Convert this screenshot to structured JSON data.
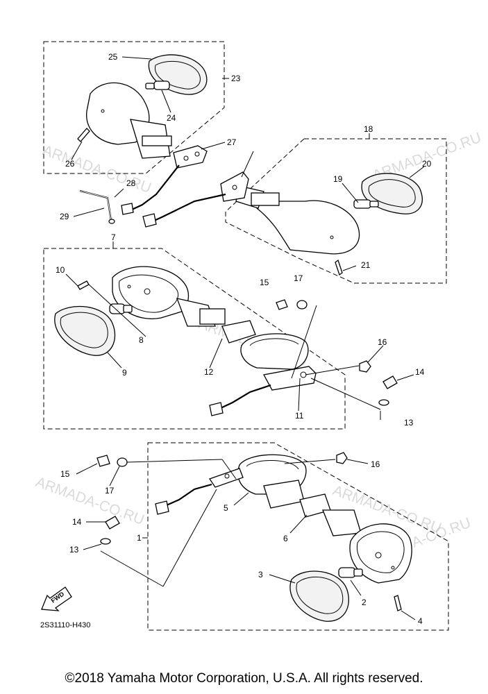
{
  "labels": {
    "p1": "1",
    "p2": "2",
    "p3": "3",
    "p4": "4",
    "p5": "5",
    "p6": "6",
    "p7": "7",
    "p8": "8",
    "p9": "9",
    "p10": "10",
    "p11": "11",
    "p12": "12",
    "p13a": "13",
    "p13b": "13",
    "p14a": "14",
    "p14b": "14",
    "p15a": "15",
    "p15b": "15",
    "p16a": "16",
    "p16b": "16",
    "p17a": "17",
    "p17b": "17",
    "p18": "18",
    "p19": "19",
    "p20": "20",
    "p21": "21",
    "p23": "23",
    "p24": "24",
    "p25": "25",
    "p26": "26",
    "p27": "27",
    "p28": "28",
    "p29": "29"
  },
  "watermarks": [
    "ARMADA-CO.RU",
    "ARMADA-CO.RU",
    "ARMADA-CO.RU",
    "ARMADA-CO.RU",
    "ARMADA-CO.RU",
    "ARMADA-CO.RU"
  ],
  "fwd_label": "FWD",
  "diagram_code": "2S31110-H430",
  "copyright": "©2018 Yamaha Motor Corporation, U.S.A. All rights reserved.",
  "colors": {
    "ink": "#000000",
    "watermark": "#bdbdbd",
    "background": "#ffffff"
  }
}
